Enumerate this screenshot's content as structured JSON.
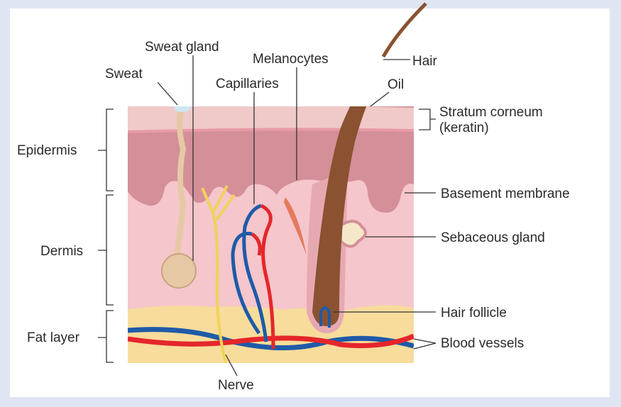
{
  "title": "Skin layers diagram",
  "labels": {
    "sweat_gland": "Sweat gland",
    "melanocytes": "Melanocytes",
    "hair": "Hair",
    "sweat": "Sweat",
    "capillaries": "Capillaries",
    "oil": "Oil",
    "stratum_corneum_1": "Stratum corneum",
    "stratum_corneum_2": "(keratin)",
    "epidermis": "Epidermis",
    "basement_membrane": "Basement membrane",
    "sebaceous_gland": "Sebaceous gland",
    "dermis": "Dermis",
    "hair_follicle": "Hair follicle",
    "fat_layer": "Fat layer",
    "blood_vessels": "Blood vessels",
    "nerve": "Nerve"
  },
  "colors": {
    "corneum": "#f0c9c9",
    "epidermis": "#d48f99",
    "dermis": "#f5c6cb",
    "fat": "#f7dc9c",
    "hair": "#8a5230",
    "artery": "#e5262b",
    "vein": "#1f5aa8",
    "nerve": "#f1d25a",
    "gland": "#e6c9a4"
  }
}
